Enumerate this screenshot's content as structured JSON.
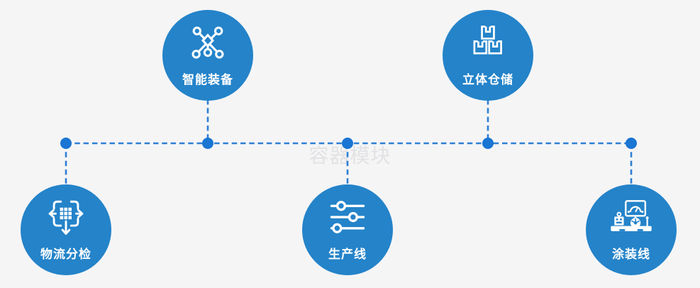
{
  "watermark": "容器模块",
  "colors": {
    "background": "#f5f5f6",
    "node_circle": "#2483c9",
    "connector_dash": "#2e7fd3",
    "junction_dot": "#1a75d3",
    "label_text": "#ffffff",
    "watermark_text": "#e2e2e4"
  },
  "diagram": {
    "nodes": [
      {
        "label": "智能装备",
        "icon": "network-nodes-icon",
        "position": "top-left"
      },
      {
        "label": "立体仓储",
        "icon": "stacked-boxes-icon",
        "position": "top-right"
      },
      {
        "label": "物流分检",
        "icon": "sorting-arrows-icon",
        "position": "bottom-left"
      },
      {
        "label": "生产线",
        "icon": "sliders-icon",
        "position": "bottom-center"
      },
      {
        "label": "涂装线",
        "icon": "control-station-icon",
        "position": "bottom-right"
      }
    ]
  }
}
